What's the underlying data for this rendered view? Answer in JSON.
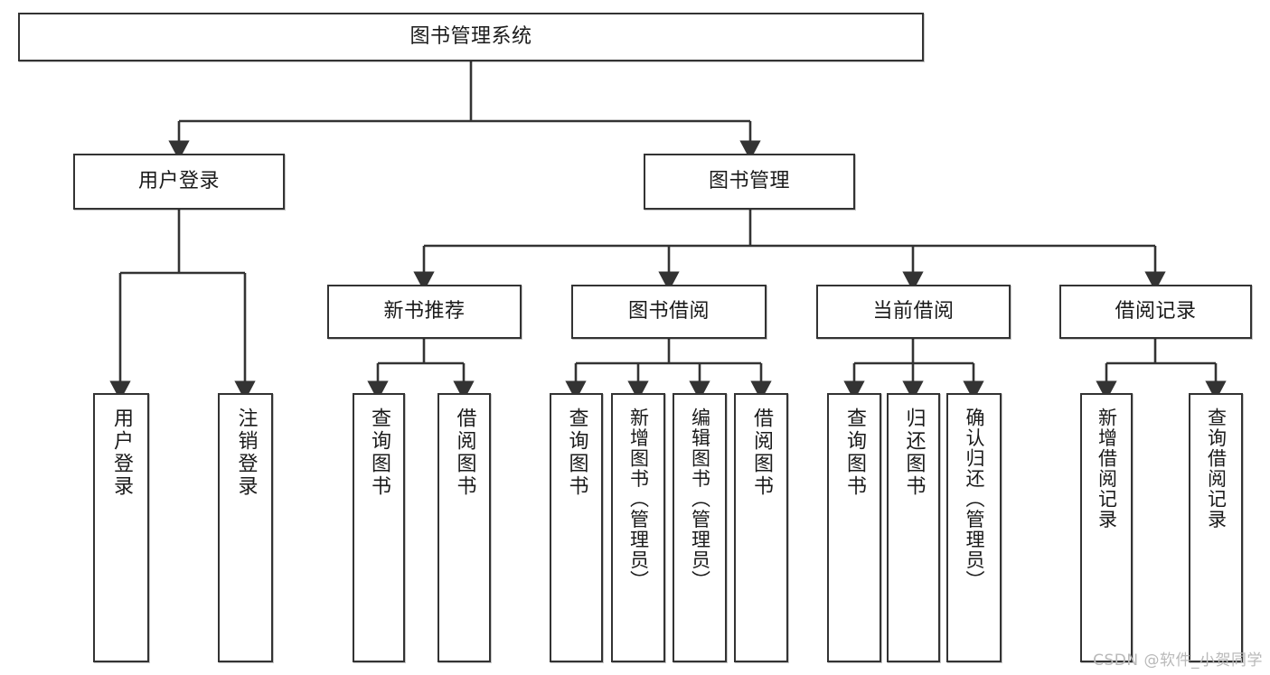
{
  "diagram": {
    "title": "图书管理系统",
    "watermark": "CSDN @软件_小贺同学",
    "colors": {
      "stroke": "#333333",
      "fill": "#ffffff",
      "text": "#1a1a1a",
      "watermark": "#b9b9b9"
    },
    "root": {
      "label": "图书管理系统"
    },
    "level1": [
      {
        "label": "用户登录"
      },
      {
        "label": "图书管理"
      }
    ],
    "level2": [
      {
        "label": "新书推荐"
      },
      {
        "label": "图书借阅"
      },
      {
        "label": "当前借阅"
      },
      {
        "label": "借阅记录"
      }
    ],
    "leaves": {
      "user_login": [
        {
          "label": "用户登录"
        },
        {
          "label": "注销登录"
        }
      ],
      "new_book_recommend": [
        {
          "label": "查询图书"
        },
        {
          "label": "借阅图书"
        }
      ],
      "book_borrow": [
        {
          "label": "查询图书"
        },
        {
          "label": "新增图书（管理员）"
        },
        {
          "label": "编辑图书（管理员）"
        },
        {
          "label": "借阅图书"
        }
      ],
      "current_borrow": [
        {
          "label": "查询图书"
        },
        {
          "label": "归还图书"
        },
        {
          "label": "确认归还（管理员）"
        }
      ],
      "borrow_record": [
        {
          "label": "新增借阅记录"
        },
        {
          "label": "查询借阅记录"
        }
      ]
    }
  }
}
